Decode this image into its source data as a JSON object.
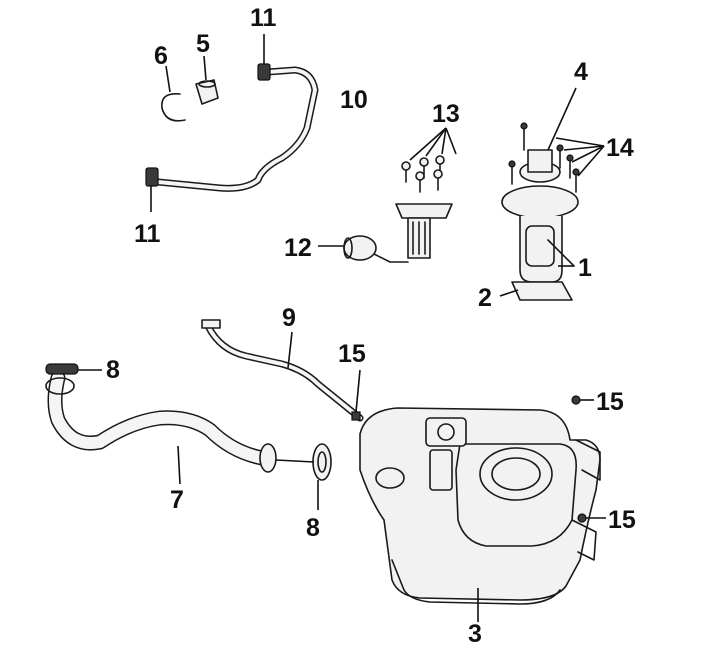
{
  "callouts": {
    "c1": "1",
    "c2": "2",
    "c3": "3",
    "c4": "4",
    "c5": "5",
    "c6": "6",
    "c7": "7",
    "c8a": "8",
    "c8b": "8",
    "c9": "9",
    "c10": "10",
    "c11a": "11",
    "c11b": "11",
    "c12": "12",
    "c13": "13",
    "c14": "14",
    "c15a": "15",
    "c15b": "15",
    "c15c": "15"
  }
}
